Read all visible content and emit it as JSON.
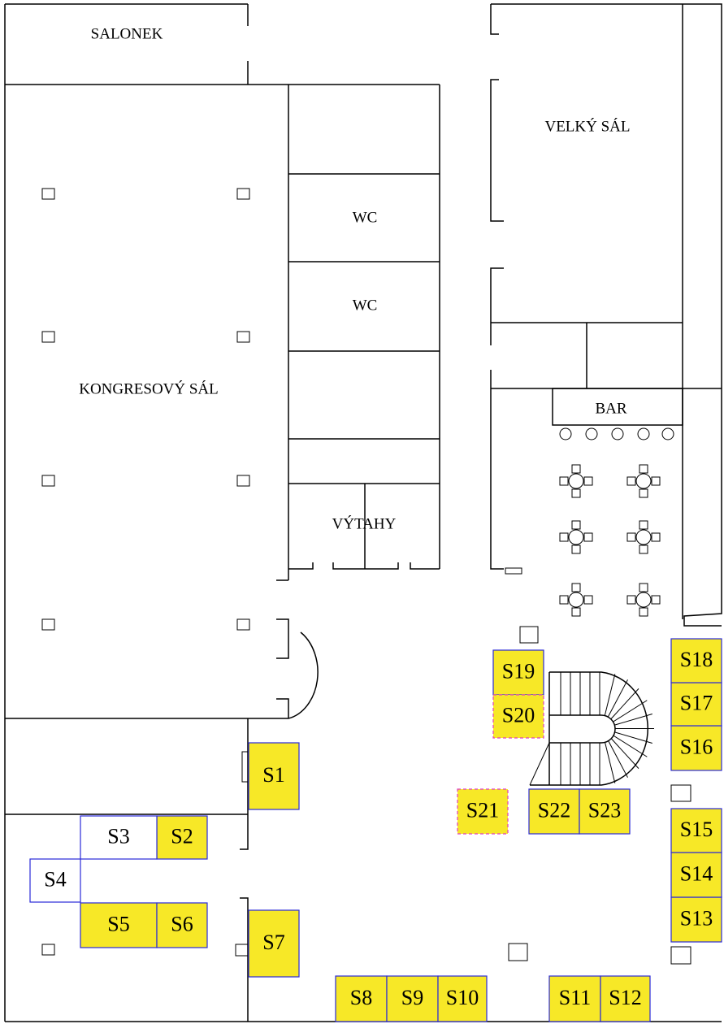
{
  "colors": {
    "stand_fill": "#f7e827",
    "stand_border": "#2a2ad8",
    "stand_border_dashed": "#e040c0",
    "empty_stand_fill": "#ffffff",
    "wall": "#000000"
  },
  "rooms": {
    "salonek": "SALONEK",
    "velky_sal": "VELKÝ SÁL",
    "wc_1": "WC",
    "wc_2": "WC",
    "kongresovy_sal": "KONGRESOVÝ SÁL",
    "bar": "BAR",
    "vytahy": "VÝTAHY"
  },
  "stands": [
    {
      "id": "S1",
      "label": "S1",
      "filled": true,
      "dashed": false
    },
    {
      "id": "S2",
      "label": "S2",
      "filled": true,
      "dashed": false
    },
    {
      "id": "S3",
      "label": "S3",
      "filled": false,
      "dashed": false
    },
    {
      "id": "S4",
      "label": "S4",
      "filled": false,
      "dashed": false
    },
    {
      "id": "S5",
      "label": "S5",
      "filled": true,
      "dashed": false
    },
    {
      "id": "S6",
      "label": "S6",
      "filled": true,
      "dashed": false
    },
    {
      "id": "S7",
      "label": "S7",
      "filled": true,
      "dashed": false
    },
    {
      "id": "S8",
      "label": "S8",
      "filled": true,
      "dashed": false
    },
    {
      "id": "S9",
      "label": "S9",
      "filled": true,
      "dashed": false
    },
    {
      "id": "S10",
      "label": "S10",
      "filled": true,
      "dashed": false
    },
    {
      "id": "S11",
      "label": "S11",
      "filled": true,
      "dashed": false
    },
    {
      "id": "S12",
      "label": "S12",
      "filled": true,
      "dashed": false
    },
    {
      "id": "S13",
      "label": "S13",
      "filled": true,
      "dashed": false
    },
    {
      "id": "S14",
      "label": "S14",
      "filled": true,
      "dashed": false
    },
    {
      "id": "S15",
      "label": "S15",
      "filled": true,
      "dashed": false
    },
    {
      "id": "S16",
      "label": "S16",
      "filled": true,
      "dashed": false
    },
    {
      "id": "S17",
      "label": "S17",
      "filled": true,
      "dashed": false
    },
    {
      "id": "S18",
      "label": "S18",
      "filled": true,
      "dashed": false
    },
    {
      "id": "S19",
      "label": "S19",
      "filled": true,
      "dashed": false
    },
    {
      "id": "S20",
      "label": "S20",
      "filled": true,
      "dashed": true
    },
    {
      "id": "S21",
      "label": "S21",
      "filled": true,
      "dashed": true
    },
    {
      "id": "S22",
      "label": "S22",
      "filled": true,
      "dashed": false
    },
    {
      "id": "S23",
      "label": "S23",
      "filled": true,
      "dashed": false
    }
  ]
}
